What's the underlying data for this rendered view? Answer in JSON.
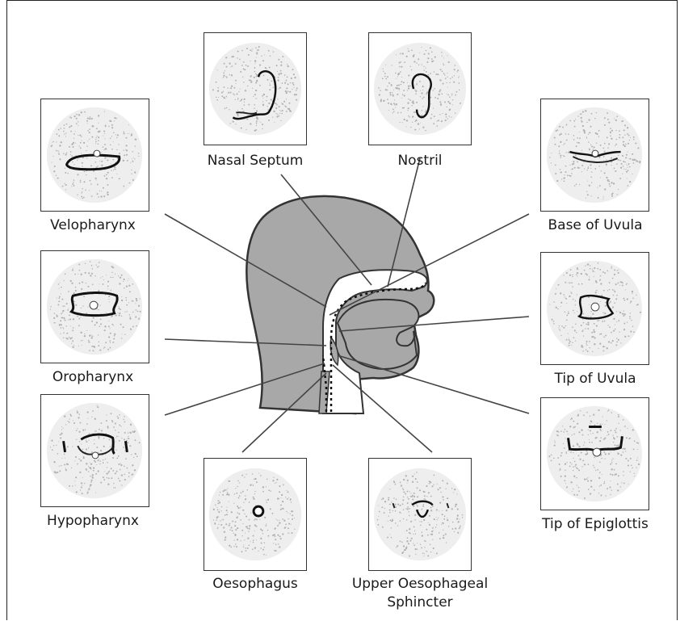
{
  "labels": {
    "nasal_septum": "Nasal Septum",
    "nostril": "Nostril",
    "velopharynx": "Velopharynx",
    "base_of_uvula": "Base of Uvula",
    "oropharynx": "Oropharynx",
    "tip_of_uvula": "Tip of Uvula",
    "hypopharynx": "Hypopharynx",
    "tip_of_epiglottis": "Tip of Epiglottis",
    "oesophagus": "Oesophagus",
    "upper_oesophageal_sphincter_line1": "Upper Oesophageal",
    "upper_oesophageal_sphincter_line2": "Sphincter"
  },
  "colors": {
    "head_fill": "#a8a8a8",
    "outline": "#333333",
    "leader_line": "#444444",
    "speckle": "#b0b0b0",
    "contour": "#111111"
  }
}
